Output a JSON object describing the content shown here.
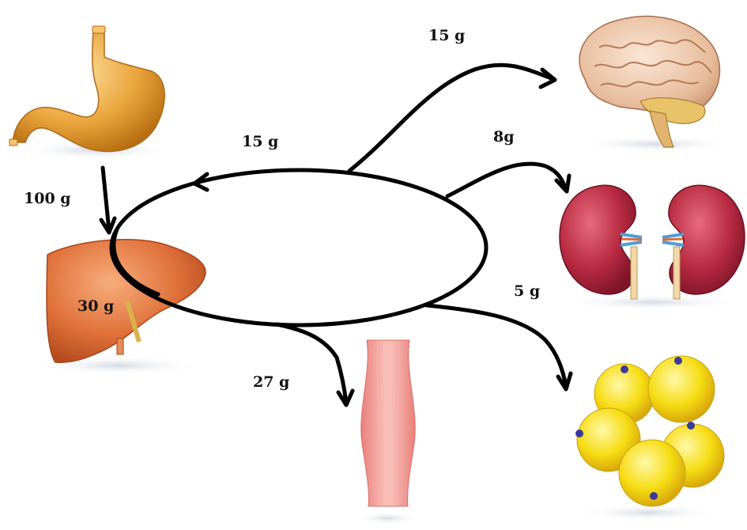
{
  "labels": {
    "stomach_to_liver": "100 g",
    "liver": "30 g",
    "return_to_pool": "15 g",
    "to_brain": "15 g",
    "to_kidneys": "8g",
    "to_adipose": "5 g",
    "to_muscle": "27 g"
  },
  "organs": [
    "stomach",
    "liver",
    "brain",
    "kidneys",
    "muscle",
    "adipose-tissue"
  ],
  "colors": {
    "arrow": "#000000",
    "stomach": "#e8a33a",
    "liver": "#e0733a",
    "brain": "#e9c2a6",
    "kidney": "#b52a3f",
    "muscle": "#f2a3a0",
    "adipose": "#f4de1c"
  }
}
